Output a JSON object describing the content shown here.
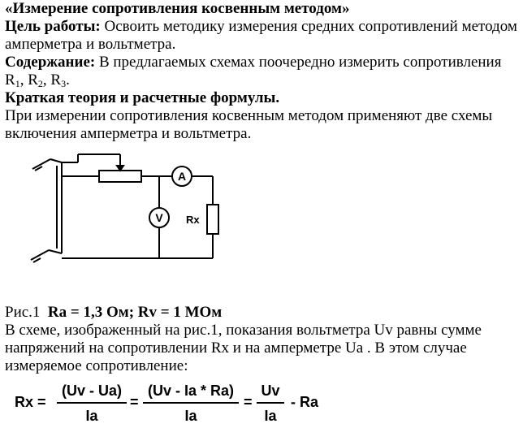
{
  "doc": {
    "title": "«Измерение сопротивления косвенным методом»",
    "goal_label": "Цель работы:",
    "goal_text_1": " Освоить методику измерения средних сопротивлений методом",
    "goal_text_2": "амперметра и вольтметра.",
    "content_label": "Содержание:",
    "content_text_1": " В предлагаемых схемах поочередно измерить сопротивления",
    "r1": "R",
    "r1_sub": "1",
    "r2": "R",
    "r2_sub": "2",
    "r3": "R",
    "r3_sub": "3",
    "sep1": ", ",
    "sep2": ", ",
    "end_dot": ".",
    "theory_heading": "Краткая теория и расчетные формулы.",
    "theory_1": "При измерении сопротивления косвенным методом применяют две схемы",
    "theory_2": "включения амперметра и вольтметра.",
    "fig_caption": "Рис.1",
    "fig_values": "Ra = 1,3 Ом; Rv = 1 МОм",
    "para_1": "В схеме, изображенный на рис.1, показания вольтметра Uv равны сумме",
    "para_2": "напряжений на сопротивлении Rx и на амперметре Ua . В этом случае",
    "para_3": "измеряемое сопротивление:"
  },
  "circuit": {
    "ammeter_label": "A",
    "voltmeter_label": "V",
    "resistor_label": "Rx"
  },
  "formula": {
    "lhs": "Rx =",
    "num1": "(Uv - Ua)",
    "den1": "Ia",
    "eq2": "=",
    "num2": "(Uv - Ia * Ra)",
    "den2": "Ia",
    "eq3": "=",
    "num3": "Uv",
    "den3": "Ia",
    "tail": "- Ra"
  }
}
